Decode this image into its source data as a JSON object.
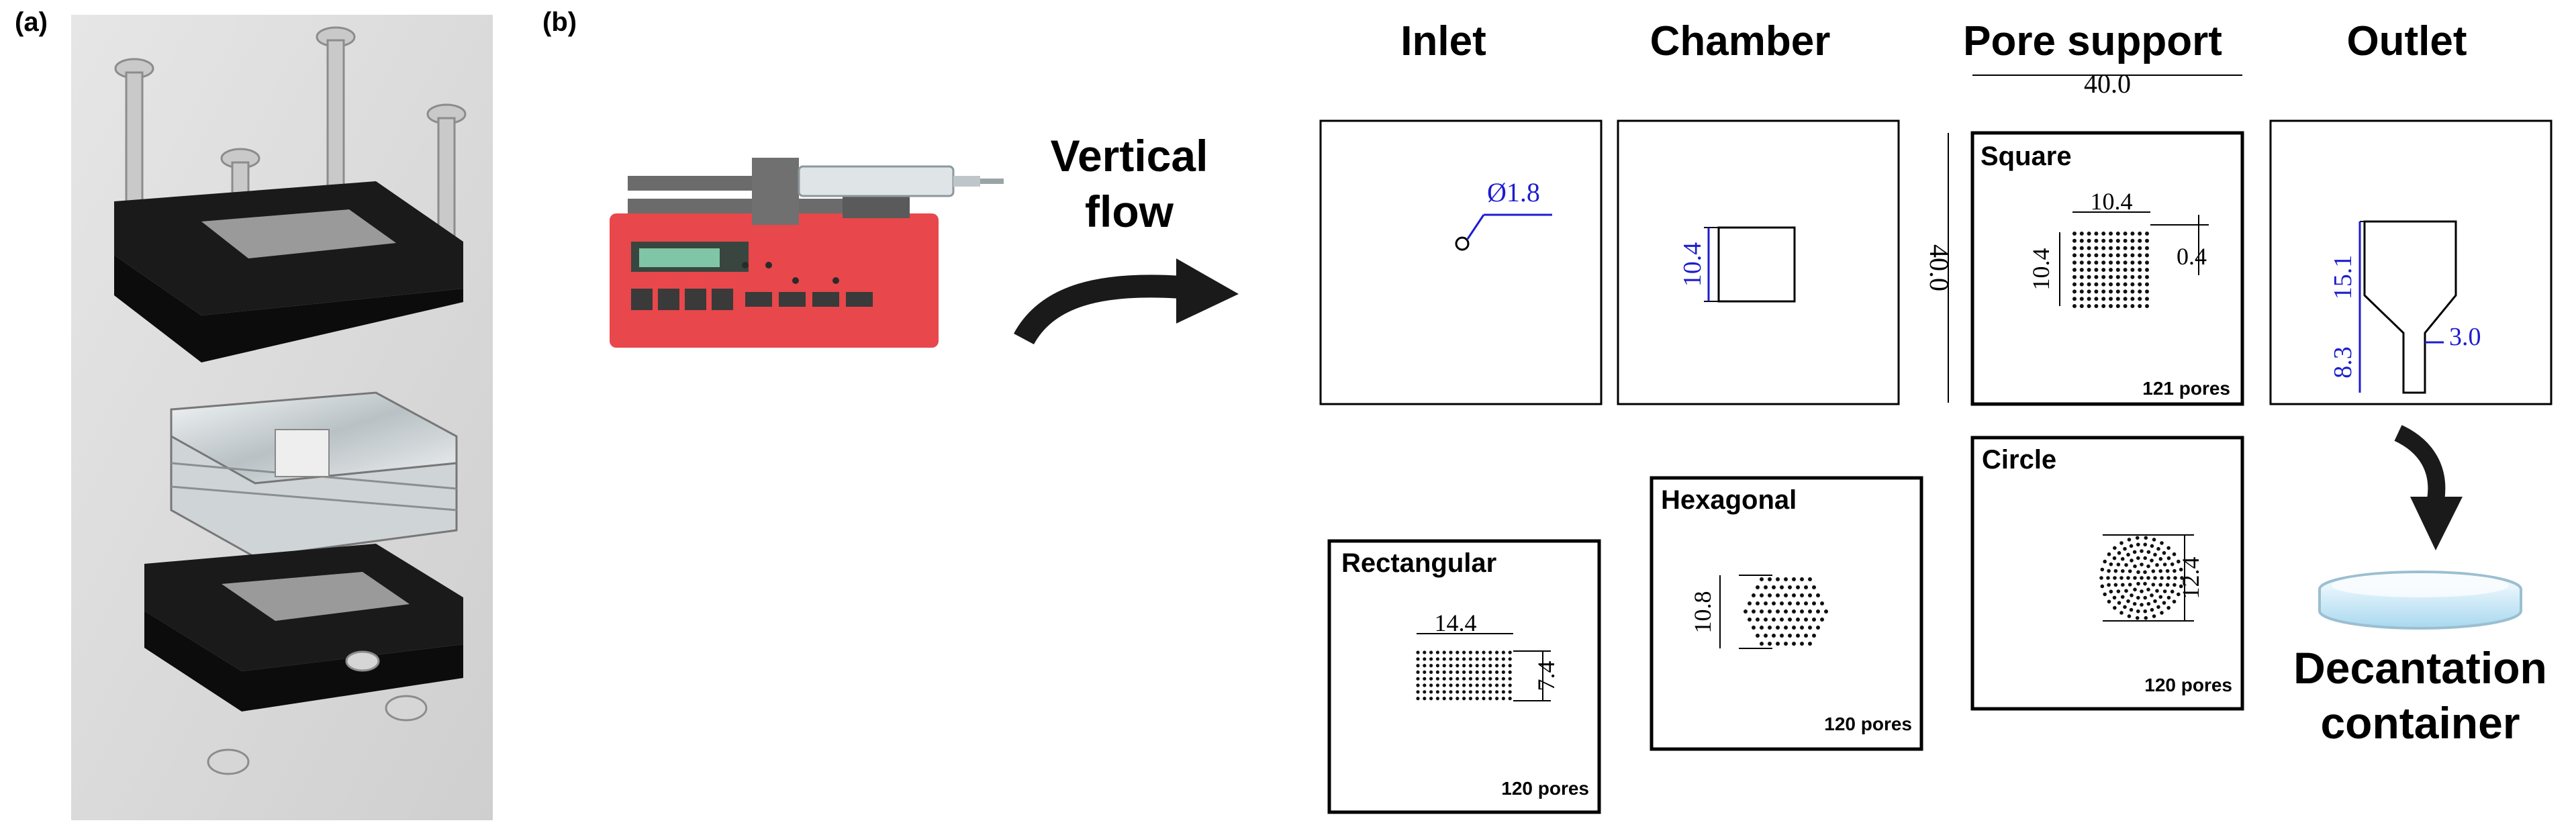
{
  "panels": {
    "a": "(a)",
    "b": "(b)"
  },
  "flow": {
    "line1": "Vertical",
    "line2": "flow"
  },
  "headers": {
    "inlet": "Inlet",
    "chamber": "Chamber",
    "pore_support": "Pore support",
    "outlet": "Outlet"
  },
  "inlet": {
    "diameter": "Ø1.8"
  },
  "chamber": {
    "side": "10.4"
  },
  "overall": {
    "width": "40.0",
    "height": "40.0"
  },
  "square": {
    "title": "Square",
    "w": "10.4",
    "h": "10.4",
    "gap": "0.4",
    "pores": "121 pores"
  },
  "outlet": {
    "h1": "15.1",
    "h2": "8.3",
    "w": "3.0"
  },
  "rectangular": {
    "title": "Rectangular",
    "w": "14.4",
    "h": "7.4",
    "pores": "120 pores"
  },
  "hexagonal": {
    "title": "Hexagonal",
    "h": "10.8",
    "pores": "120 pores"
  },
  "circle": {
    "title": "Circle",
    "d": "12.4",
    "pores": "120 pores"
  },
  "container": {
    "line1": "Decantation",
    "line2": "container"
  },
  "colors": {
    "pump_red": "#e8474b",
    "dim_blue": "#1d1dcf",
    "frame_black": "#1a1a1a",
    "panel_grey": "#d9d9d9"
  }
}
